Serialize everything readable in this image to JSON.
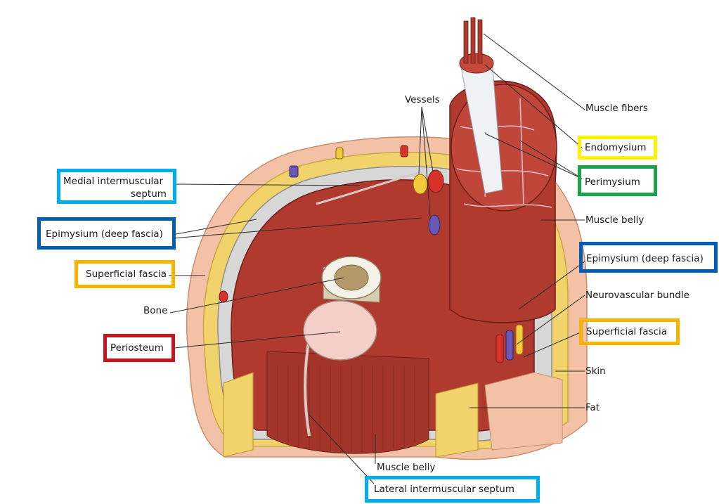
{
  "labels": {
    "vessels": "Vessels",
    "muscle_fibers": "Muscle fibers",
    "endomysium": "Endomysium",
    "perimysium": "Perimysium",
    "muscle_belly_right": "Muscle belly",
    "epimysium_right": "Epimysium (deep fascia)",
    "neurovascular_bundle": "Neurovascular bundle",
    "superficial_fascia_right": "Superficial fascia",
    "skin": "Skin",
    "fat": "Fat",
    "medial_septum_line1": "Medial intermuscular",
    "medial_septum_line2": "septum",
    "epimysium_left": "Epimysium (deep fascia)",
    "superficial_fascia_left": "Superficial fascia",
    "bone": "Bone",
    "periosteum": "Periosteum",
    "muscle_belly_bottom": "Muscle belly",
    "lateral_septum": "Lateral intermuscular septum"
  },
  "colors": {
    "box_cyan": "#00aeef",
    "box_blue": "#005eb8",
    "box_orange": "#f5b400",
    "box_red": "#c4161c",
    "box_yellow": "#fff200",
    "box_green": "#1aa34a",
    "muscle": "#b03a2e",
    "fascia_yellow": "#f2d36b",
    "skin": "#f3c2a6"
  }
}
